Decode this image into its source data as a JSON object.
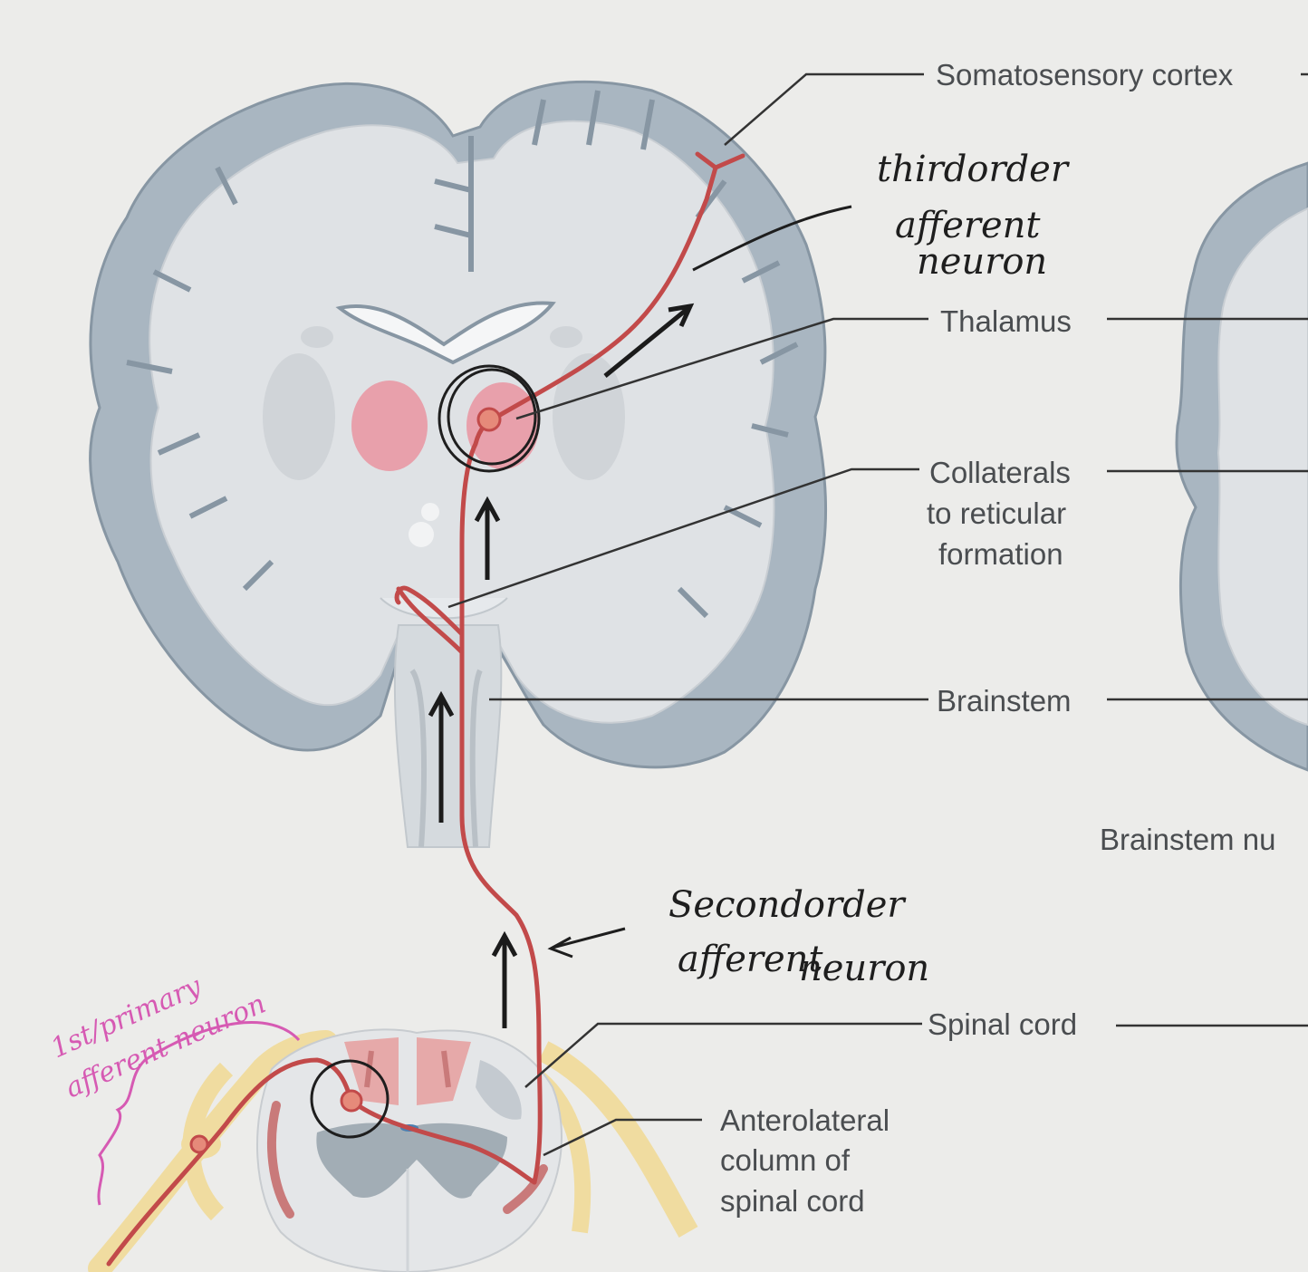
{
  "labels": {
    "somatosensory_cortex": "Somatosensory cortex",
    "thalamus": "Thalamus",
    "collaterals_line1": "Collaterals",
    "collaterals_line2": "to reticular",
    "collaterals_line3": "formation",
    "brainstem": "Brainstem",
    "brainstem_nuclei_partial": "Brainstem nu",
    "spinal_cord": "Spinal cord",
    "anterolateral_line1": "Anterolateral",
    "anterolateral_line2": "column of",
    "anterolateral_line3": "spinal cord"
  },
  "annotations": {
    "third_order_line1": "thirdorder",
    "third_order_line2": "afferent",
    "third_order_line3": "neuron",
    "second_order_line1": "Secondorder",
    "second_order_line2": "afferent",
    "second_order_line3": "neuron",
    "first_order_line1": "1st/primary",
    "first_order_line2": "afferent neuron"
  },
  "colors": {
    "pathway": "#c24a4a",
    "cortex": "#a9b6c1",
    "pink_ink": "#d65ab3",
    "nerve": "#f0dca0"
  }
}
